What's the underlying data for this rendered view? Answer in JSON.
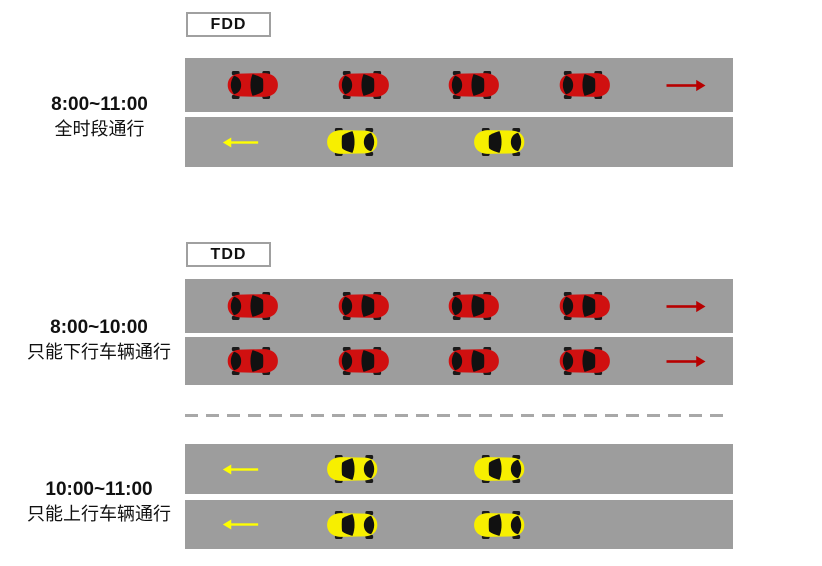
{
  "colors": {
    "background": "#ffffff",
    "lane": "#9d9d9d",
    "red_car": "#d01010",
    "yellow_car": "#f7ef00",
    "red_arrow": "#b80000",
    "yellow_arrow": "#ffff00",
    "car_window": "#111111",
    "divider": "#a8a8a8",
    "badge_border": "#a0a0a0",
    "text": "#111111"
  },
  "fdd": {
    "badge": "FDD",
    "label": {
      "time": "8:00~11:00",
      "caption": "全时段通行"
    },
    "lanes": [
      {
        "name": "downlink",
        "car": "red",
        "count": 4,
        "arrow": {
          "dir": "right",
          "color": "red",
          "pos": "end"
        }
      },
      {
        "name": "uplink",
        "car": "yellow",
        "count": 2,
        "arrow": {
          "dir": "left",
          "color": "yellow",
          "pos": "start"
        }
      }
    ]
  },
  "tdd": {
    "badge": "TDD",
    "phase1": {
      "label": {
        "time": "8:00~10:00",
        "caption": "只能下行车辆通行"
      },
      "lanes": [
        {
          "name": "downlink-1",
          "car": "red",
          "count": 4,
          "arrow": {
            "dir": "right",
            "color": "red",
            "pos": "end"
          }
        },
        {
          "name": "downlink-2",
          "car": "red",
          "count": 4,
          "arrow": {
            "dir": "right",
            "color": "red",
            "pos": "end"
          }
        }
      ]
    },
    "phase2": {
      "label": {
        "time": "10:00~11:00",
        "caption": "只能上行车辆通行"
      },
      "lanes": [
        {
          "name": "uplink-1",
          "car": "yellow",
          "count": 2,
          "arrow": {
            "dir": "left",
            "color": "yellow",
            "pos": "start"
          }
        },
        {
          "name": "uplink-2",
          "car": "yellow",
          "count": 2,
          "arrow": {
            "dir": "left",
            "color": "yellow",
            "pos": "start"
          }
        }
      ]
    }
  }
}
